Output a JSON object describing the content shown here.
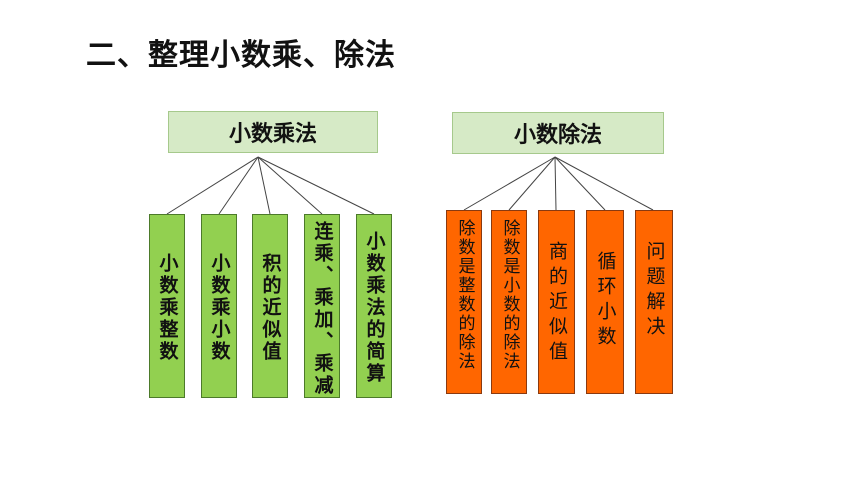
{
  "title": "二、整理小数乘、除法",
  "left_tree": {
    "root": "小数乘法",
    "leaves": [
      "小数乘整数",
      "小数乘小数",
      "积的近似值",
      "连乘、乘加、乘减",
      "小数乘法的简算"
    ]
  },
  "right_tree": {
    "root": "小数除法",
    "leaves": [
      "除数是整数的除法",
      "除数是小数的除法",
      "商的近似值",
      "循环小数",
      "问题解决"
    ]
  },
  "colors": {
    "root_fill": "#d6eac6",
    "left_leaf_fill": "#92d050",
    "right_leaf_fill": "#ff6600"
  }
}
